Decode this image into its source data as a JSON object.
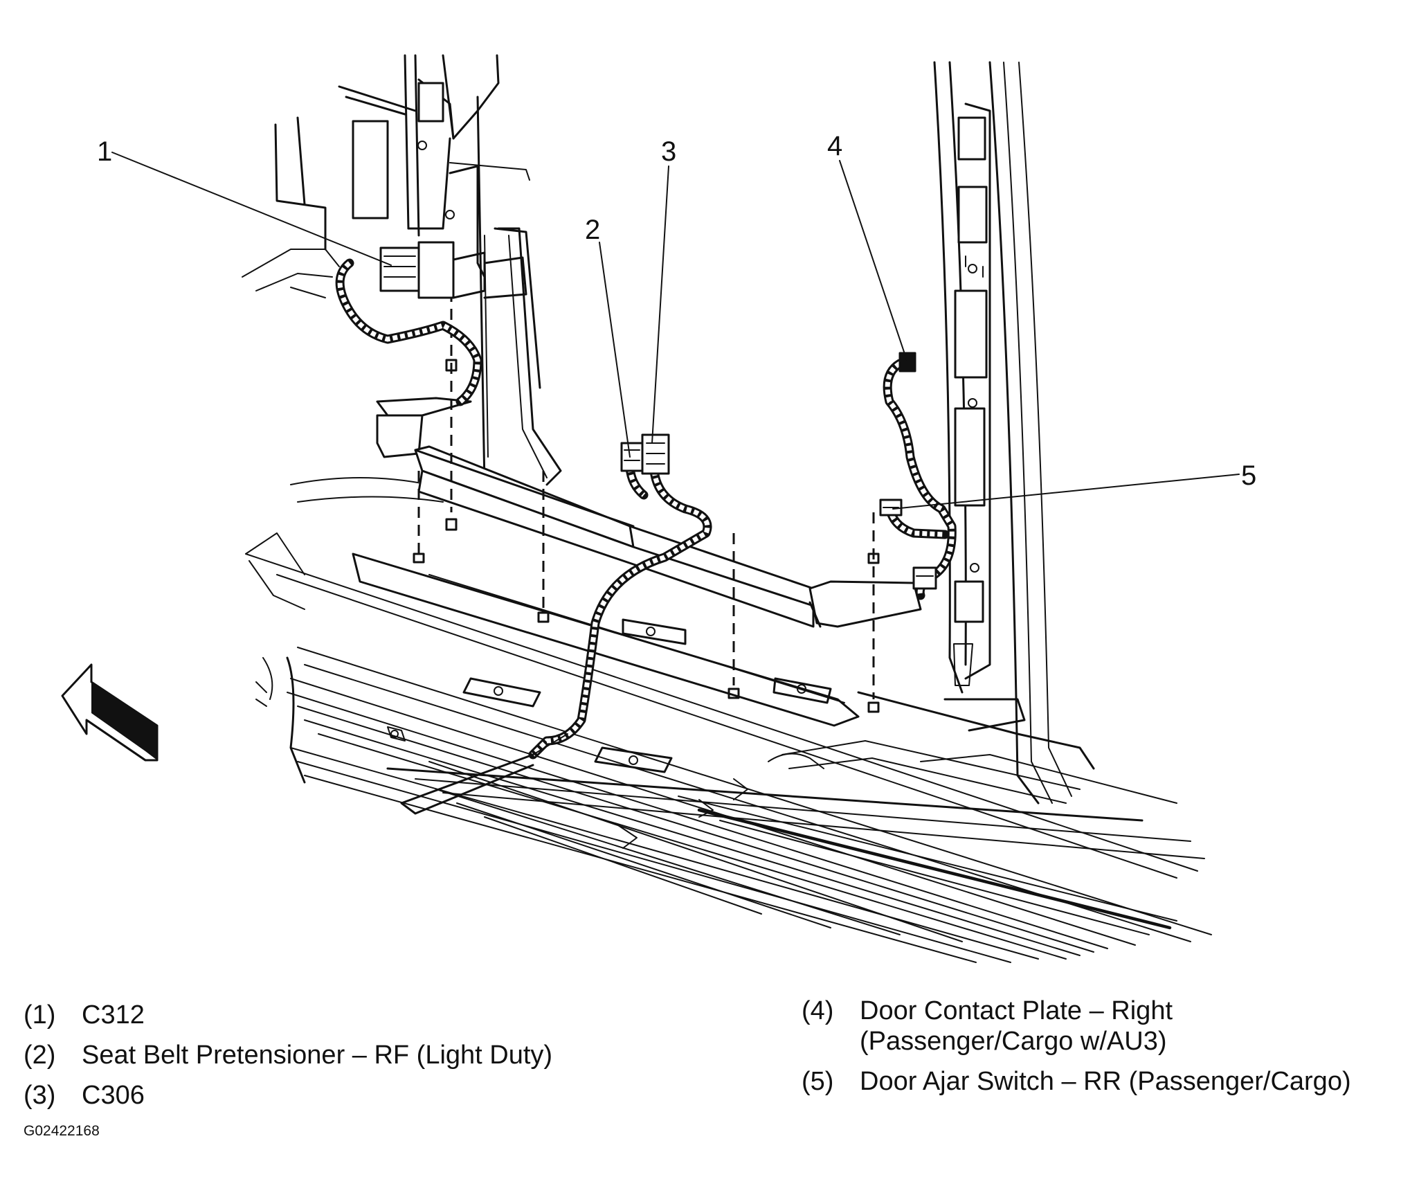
{
  "callouts": [
    {
      "number": "1",
      "label": "C312"
    },
    {
      "number": "2",
      "label": "Seat Belt Pretensioner – RF (Light Duty)"
    },
    {
      "number": "3",
      "label": "C306"
    },
    {
      "number": "4",
      "label": "Door Contact Plate – Right",
      "label_line2": "(Passenger/Cargo w/AU3)"
    },
    {
      "number": "5",
      "label": "Door Ajar Switch – RR (Passenger/Cargo)"
    }
  ],
  "legend_number_format": {
    "1": "(1)",
    "2": "(2)",
    "3": "(3)",
    "4": "(4)",
    "5": "(5)"
  },
  "figure_id": "G02422168",
  "icons": {
    "forward_arrow": "forward-direction-arrow-icon"
  }
}
